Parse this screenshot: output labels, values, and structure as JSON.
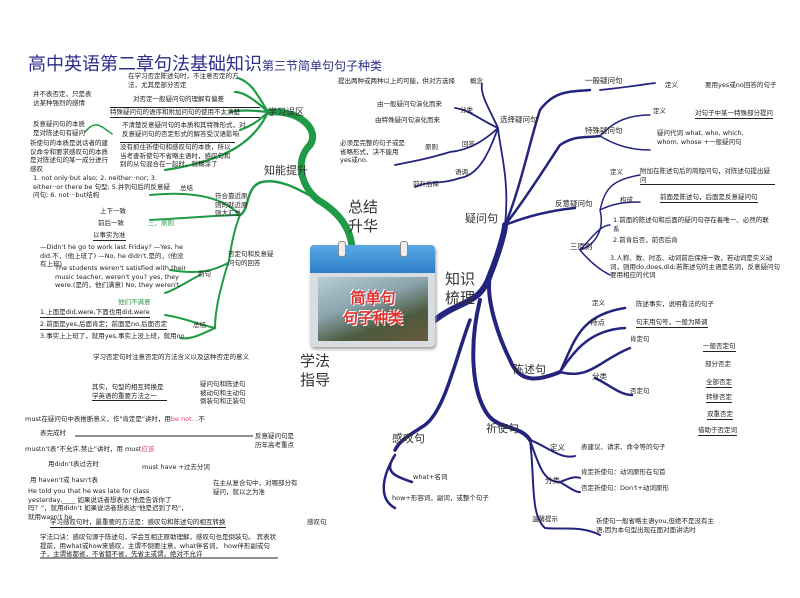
{
  "title": {
    "main": "高中英语第二章句法基础知识",
    "sub": "第三节简单句句子种类"
  },
  "center": {
    "line1": "简单句",
    "line2": "句子种类"
  },
  "colors": {
    "green_branch": "#1f9a45",
    "navy_branch": "#24247e",
    "title": "#2e2e8a"
  },
  "main_branches": {
    "summary": "总结升华",
    "method": "学法指导",
    "knowledge": "知识梳理"
  },
  "left": {
    "mistakes": "学习误区",
    "m1": "在学习否定陈述句时，不注意否定的方法，尤其是部分否定",
    "m2": "对否定一般疑问句的理解有偏差",
    "m3": "特殊疑问句的语序和附加问句的使用不太清楚",
    "m4": "不清楚反意疑问句的本质和其特殊形式，对反意疑问句的否定形式的解答受汉语影响",
    "m5": "没有抓住祈使句和感叹句的本质，所以当考查祈使句不省略主语时，感叹句和别的从句混合在一起时，就糊涂了",
    "n1": "并不表否定，只是表达某种强烈的感情",
    "n2": "反意疑问句的本质是对陈述句有疑问",
    "n3": "祈使句的本质是说话者的建议命令和要求感叹句的本质是对陈述句的某一成分进行感叹",
    "ability": "知能提升",
    "list": "1. not only·but also; 2. neither··nor; 3. either··or·there be 句型; 5.并列句后的反意疑问句; 6. not···but结构",
    "summary1": "总结",
    "nearby": "符合靠近原则的就近原则大汇总",
    "p1": "上下一致",
    "p2": "前后一致",
    "p3": "以事实为准",
    "principle": "三、原则",
    "neg_answer": "否定句和反意疑问句的回答",
    "ex_label": "例句",
    "ex1": "—Didn't he go to work last Friday? —Yes, he did.不，(他上班了) —No, he didn't.是的，(他没有上班)",
    "ex2": "The students weren't satisfied with their music teacher, weren't you? yes, they were.(是的，他们满意) No, they weren't.",
    "ex2b": "他们不满意",
    "s1": "1.上面是did,were,下面也用did,were",
    "s2": "2.前面是yes,后面肯定；前面是no,后面否定",
    "s3": "3.事实上上班了，就用yes,事实上没上班，就用no",
    "summary2": "总结",
    "neg_note": "学习否定句时注意否定的方法含义以及这种否定的意义",
    "transform": "其实，句型的相互转换是学英语的重要方法之一",
    "pairs": "疑问句和陈述句 被动句和主动句 倒装句和正装句",
    "must1": "must在疑问句中表推断意义，作\"肯定是\"讲时，用",
    "must1p": "be not…",
    "must1e": "不",
    "must2": "表完成时",
    "must3": "mustn't表\"不允许,禁止\"讲时，用 must",
    "must3p": "应该",
    "must4": "用didn't表过去时",
    "must5": "must have +过去分词",
    "must6": "用 haven't或 hasn't表",
    "key": "反意疑问句是历年高考重点",
    "he_told": "He told you that he was late for class yesterday,____ 如果说话者想表达\"他是告诉你了吗？\"，就用didn't 如果说话者想表达\"他是迟到了吗\"，就用wasn't he",
    "clause": "在主从复合句中，对哪部分有疑问，就以之为准",
    "excl_method": "学习感叹句时，最重要的方法是：感叹句和陈述句的相互转换",
    "excl": "感叹句",
    "rhyme": "学法口诀：感叹句源于陈述句，学会互相正原助理解，感叹句也是倒装句。 宾表状提前，用what或how来感叹，主谓不倒要注意，what伴名词， how伴形副或句子，主谓省都省，不省都不省，先省主或谓，绝对不允许"
  },
  "right": {
    "question": "疑问句",
    "alt": "选择疑问句",
    "alt_concept_label": "概念",
    "alt_concept": "提出两种或两种以上的可能，供对方选择",
    "alt_class": "分类",
    "alt_c1": "由一般疑问句演化而来",
    "alt_c2": "由特殊疑问句演化而来",
    "alt_answer": "回答",
    "alt_principle": "原则",
    "alt_rule": "必须是完整的句子或是省略形式，决不能用yes或no.",
    "alt_tone": "语调",
    "alt_tone_v": "前升后降",
    "gen": "一般疑问句",
    "gen_def_label": "定义",
    "gen_def": "要用yes或no回答的句子",
    "spec": "特殊疑问句",
    "spec_def_label": "定义",
    "spec_def": "对句子中某一特殊部分提问",
    "spec_form": "疑问代词 what, who, which, whom, whose +一般疑问句",
    "tag": "反意疑问句",
    "tag_def_label": "定义",
    "tag_def": "附加在陈述句后的简短问句，对陈述句提出疑问",
    "tag_form_label": "构成",
    "tag_form": "前面是陈述句，后面是反意疑问句",
    "tag_rules_label": "三原则",
    "tag_r1": "1.前面的陈述句和后面的疑问句存在着唯一、必然的联系",
    "tag_r2": "2.前肯后否，前否后肯",
    "tag_r3": "3.人称、数、时态、动词前后保持一致，若动词是实义动词，则用do,does,did;若陈述句的主语是名词，反意疑问句要用相应的代词",
    "decl": "陈述句",
    "decl_def_label": "定义",
    "decl_def": "陈述事实，说明看法的句子",
    "decl_feat_label": "特点",
    "decl_feat": "句末用句号，一般为降调",
    "decl_class": "分类",
    "decl_pos": "肯定句",
    "decl_neg": "否定句",
    "neg_types": [
      "一般否定句",
      "部分否定",
      "全部否定",
      "转移否定",
      "双重否定",
      "借助于否定词"
    ],
    "imp": "祈使句",
    "imp_def_label": "定义",
    "imp_def": "表建议、请求、命令等的句子",
    "imp_class": "分类",
    "imp_pos": "肯定祈使句：动词原形在句首",
    "imp_neg": "否定祈使句：Don't+动词原形",
    "imp_tip_label": "温馨提示",
    "imp_tip": "祈使句一般省略主语you,但绝不是没有主语,因为本句型出现在面对面讲话时",
    "exc": "感叹句",
    "exc_what": "what+名词",
    "exc_how": "how+形容词，副词，或整个句子"
  }
}
